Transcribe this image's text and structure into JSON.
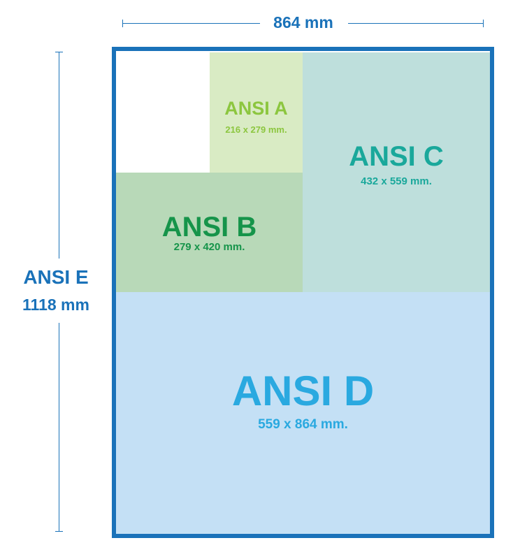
{
  "dimension_width": {
    "label": "864 mm"
  },
  "dimension_height": {
    "name": "ANSI E",
    "size": "1118 mm"
  },
  "panels": {
    "a": {
      "name": "ANSI A",
      "size": "216 x 279 mm."
    },
    "b": {
      "name": "ANSI B",
      "size": "279 x 420 mm."
    },
    "c": {
      "name": "ANSI C",
      "size": "432 x 559 mm."
    },
    "d": {
      "name": "ANSI D",
      "size": "559 x 864 mm."
    }
  },
  "colors": {
    "dimension": "#1a72b9",
    "sheet_border": "#1a72b9",
    "a_fill": "#d9ebc4",
    "a_text": "#8cc63f",
    "b_fill": "#b8d9b8",
    "b_text": "#16944a",
    "c_fill": "#bedfdc",
    "c_text": "#1aa89b",
    "d_fill": "#c4e0f5",
    "d_text": "#2aa9e0"
  }
}
